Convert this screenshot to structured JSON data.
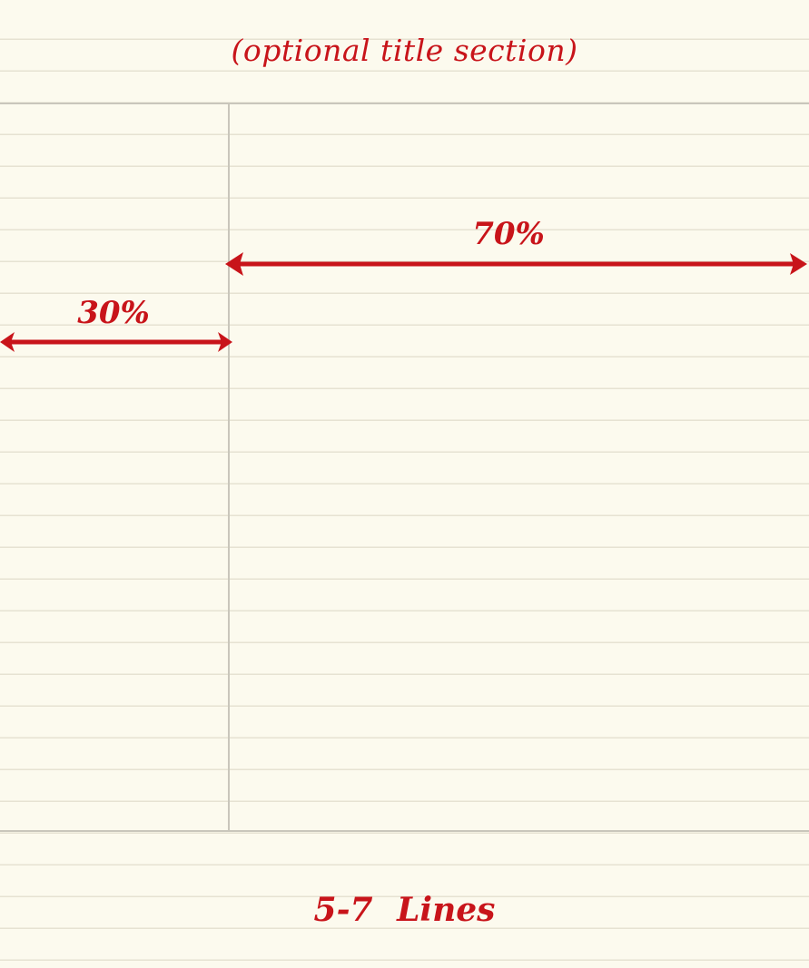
{
  "title_section": {
    "label": "(optional title section)"
  },
  "cue_column": {
    "width_label": "30%",
    "width_fraction": 0.3
  },
  "notes_column": {
    "width_label": "70%",
    "width_fraction": 0.7
  },
  "summary_section": {
    "label": "5-7 Lines"
  },
  "colors": {
    "paper": "#fcfaee",
    "ruled_line": "#e6e2d2",
    "divider": "#c9c6bb",
    "annotation": "#c8141a"
  }
}
